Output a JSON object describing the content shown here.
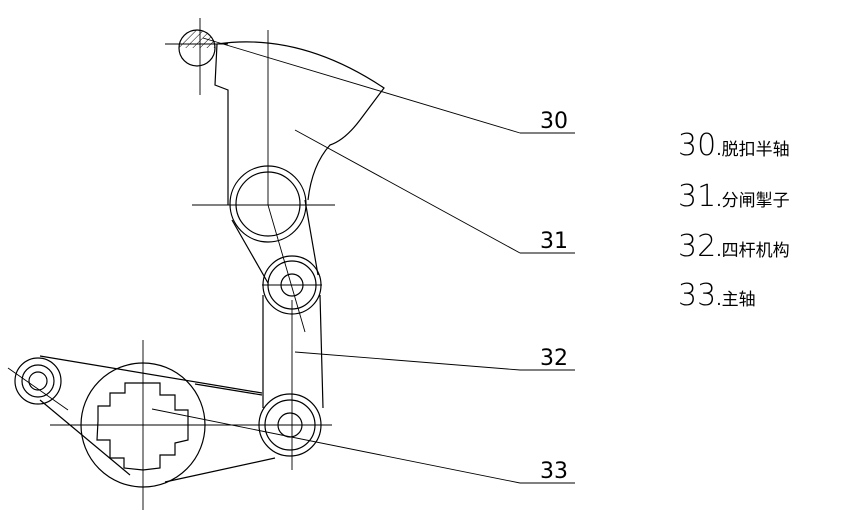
{
  "callouts": [
    {
      "id": "30"
    },
    {
      "id": "31"
    },
    {
      "id": "32"
    },
    {
      "id": "33"
    }
  ],
  "legend": [
    {
      "num": "30",
      "sep": ".",
      "text": "脱扣半轴"
    },
    {
      "num": "31",
      "sep": ".",
      "text": "分闸掣子"
    },
    {
      "num": "32",
      "sep": ".",
      "text": "四杆机构"
    },
    {
      "num": "33",
      "sep": ".",
      "text": "主轴"
    }
  ]
}
